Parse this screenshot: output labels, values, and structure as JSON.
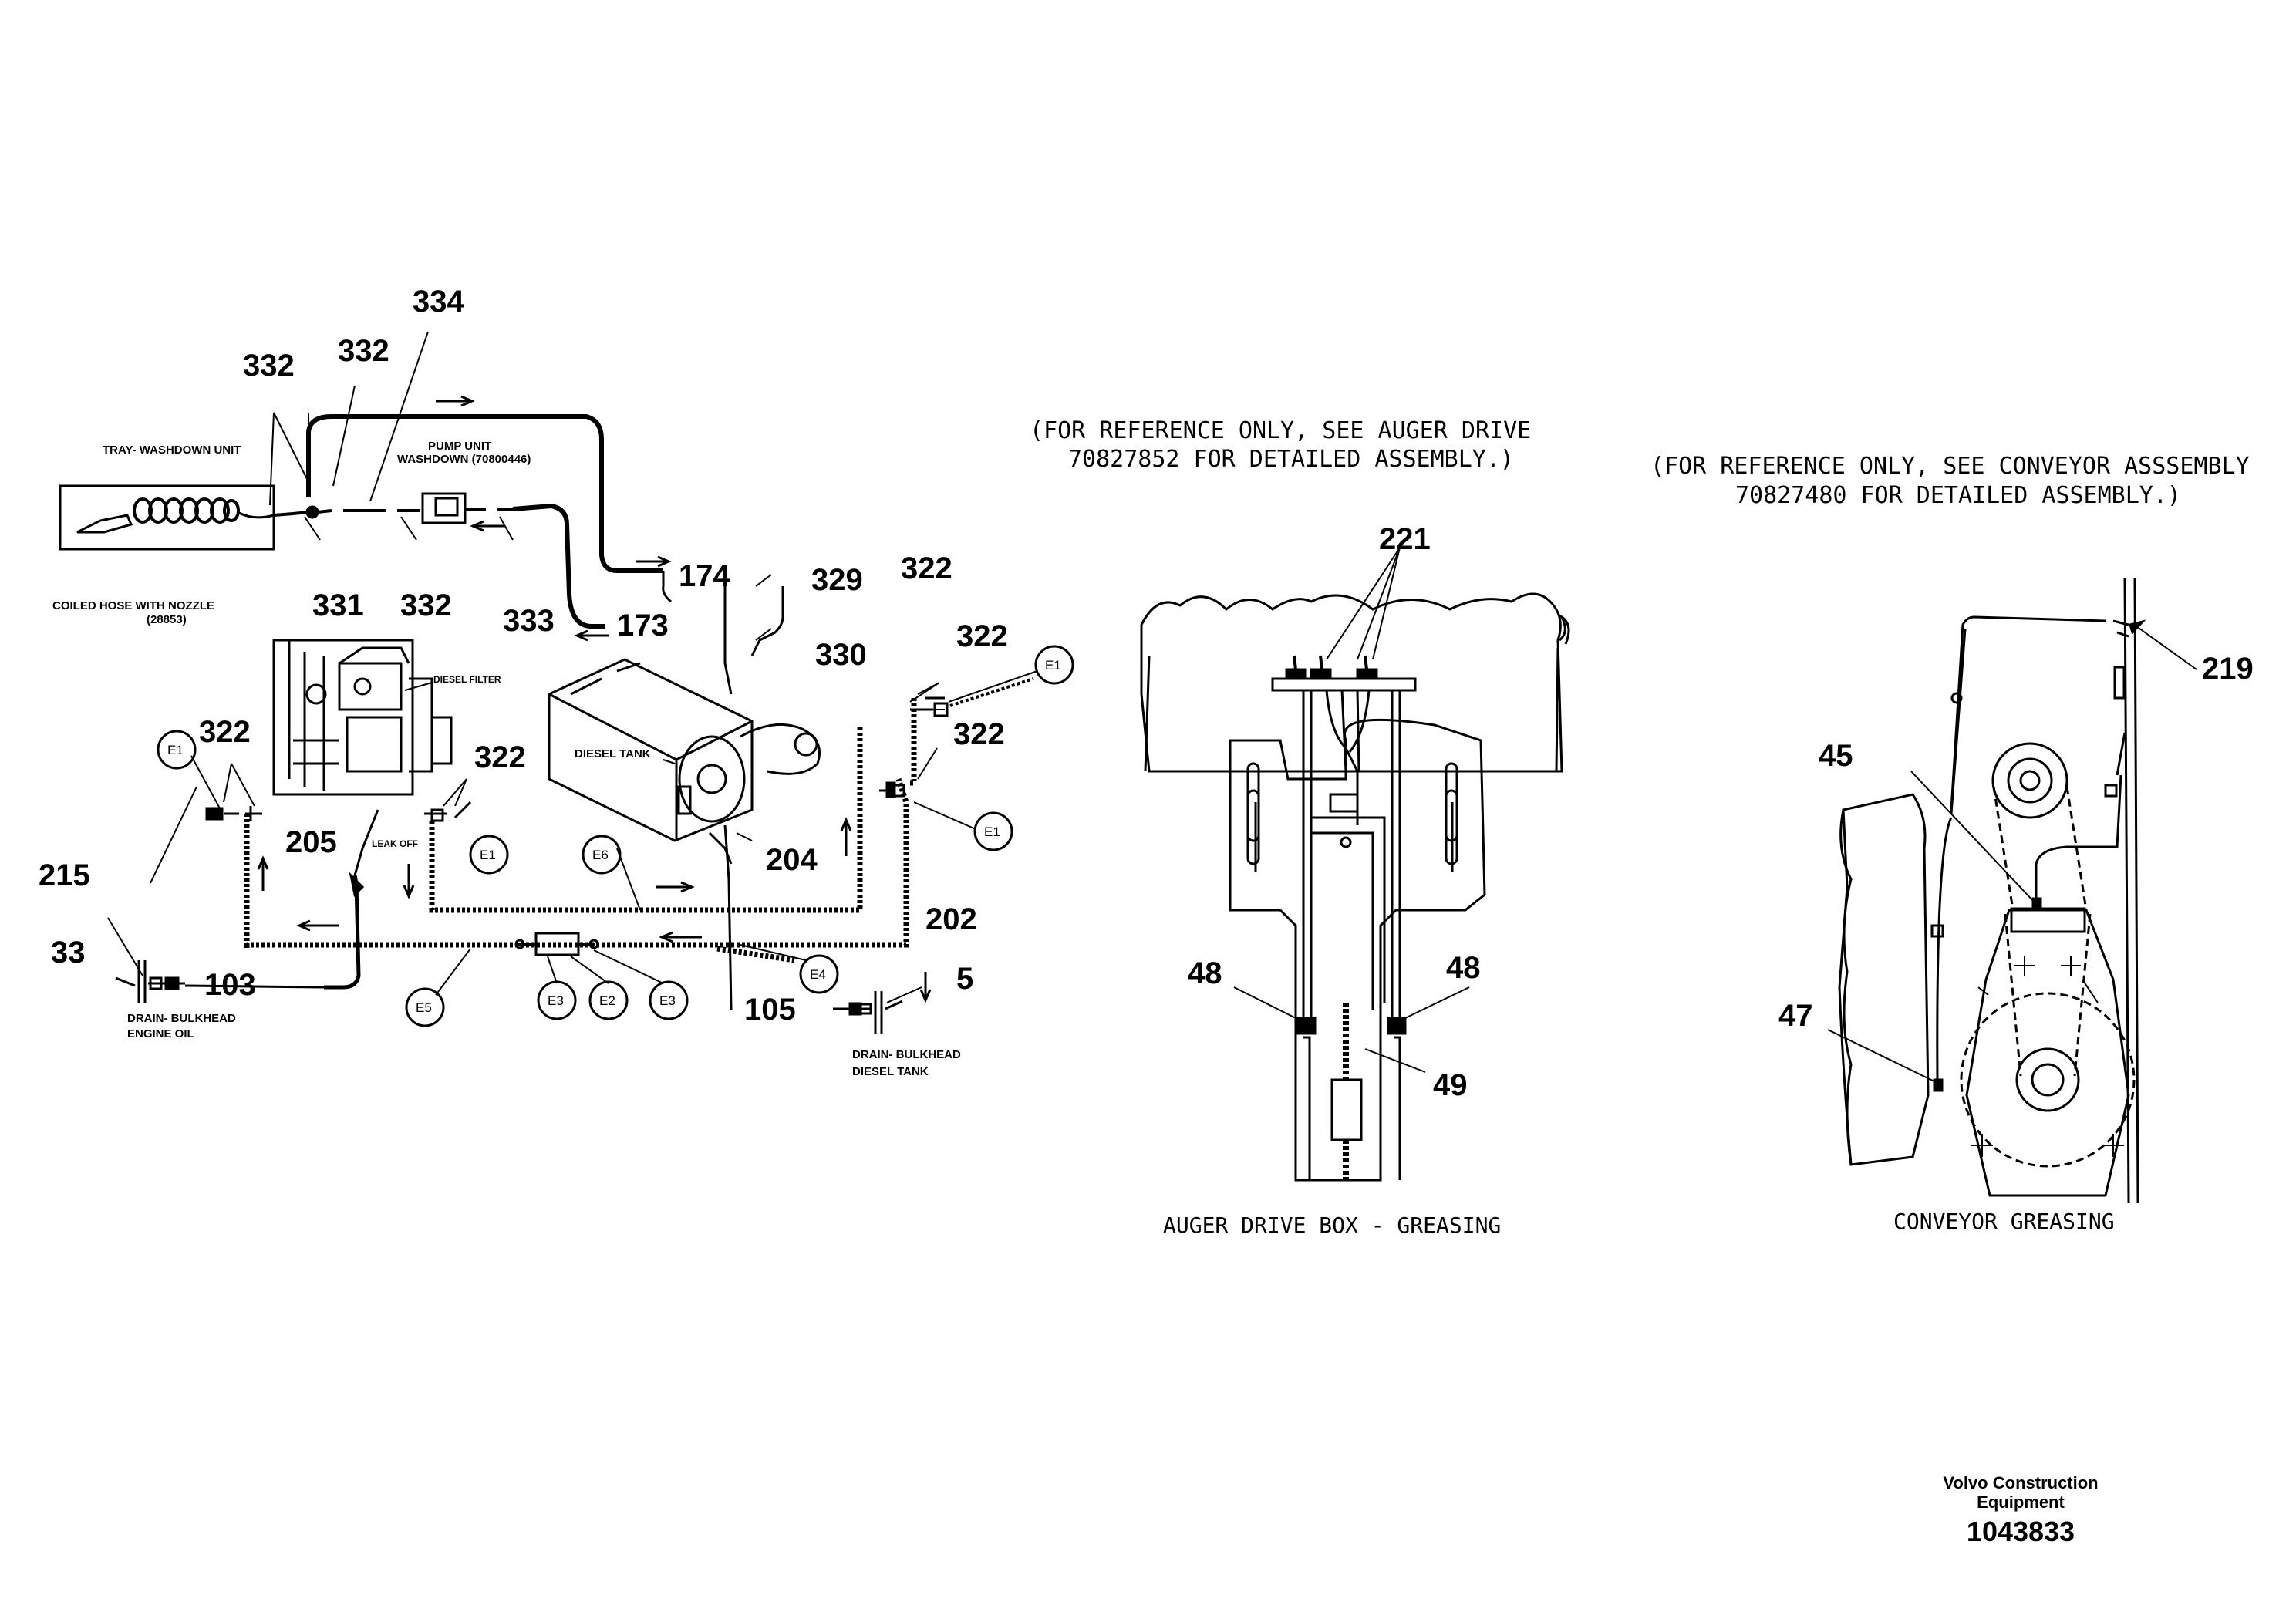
{
  "left_diagram": {
    "callouts": {
      "c334": "334",
      "c332a": "332",
      "c332b": "332",
      "c332c": "332",
      "c331": "331",
      "c333": "333",
      "c174": "174",
      "c173": "173",
      "c329": "329",
      "c330": "330",
      "c322a": "322",
      "c322b": "322",
      "c322c": "322",
      "c322d": "322",
      "c322e": "322",
      "c205": "205",
      "c204": "204",
      "c215": "215",
      "c33": "33",
      "c103": "103",
      "c105": "105",
      "c202": "202",
      "c5": "5"
    },
    "labels": {
      "tray": "TRAY- WASHDOWN UNIT",
      "pump_line1": "PUMP UNIT",
      "pump_line2": "WASHDOWN (70800446)",
      "hose_line1": "COILED HOSE WITH NOZZLE",
      "hose_line2": "(28853)",
      "diesel_filter": "DIESEL FILTER",
      "diesel_tank": "DIESEL TANK",
      "leak_off": "LEAK OFF",
      "drain_oil_line1": "DRAIN- BULKHEAD",
      "drain_oil_line2": "ENGINE OIL",
      "drain_tank_line1": "DRAIN- BULKHEAD",
      "drain_tank_line2": "DIESEL TANK"
    },
    "circles": {
      "e1_a": "E1",
      "e1_b": "E1",
      "e1_c": "E1",
      "e1_d": "E1",
      "e6": "E6",
      "e5": "E5",
      "e3_a": "E3",
      "e2": "E2",
      "e3_b": "E3",
      "e4": "E4"
    }
  },
  "middle_diagram": {
    "note_line1": "(FOR REFERENCE ONLY, SEE AUGER DRIVE",
    "note_line2": "70827852 FOR DETAILED ASSEMBLY.)",
    "callouts": {
      "c221": "221",
      "c48a": "48",
      "c48b": "48",
      "c49": "49"
    },
    "caption": "AUGER DRIVE BOX - GREASING"
  },
  "right_diagram": {
    "note_line1": "(FOR REFERENCE ONLY, SEE CONVEYOR ASSSEMBLY",
    "note_line2": "70827480 FOR DETAILED ASSEMBLY.)",
    "callouts": {
      "c219": "219",
      "c45": "45",
      "c47": "47"
    },
    "caption": "CONVEYOR GREASING"
  },
  "reference": {
    "company_line1": "Volvo Construction",
    "company_line2": "Equipment",
    "number": "1043833"
  }
}
